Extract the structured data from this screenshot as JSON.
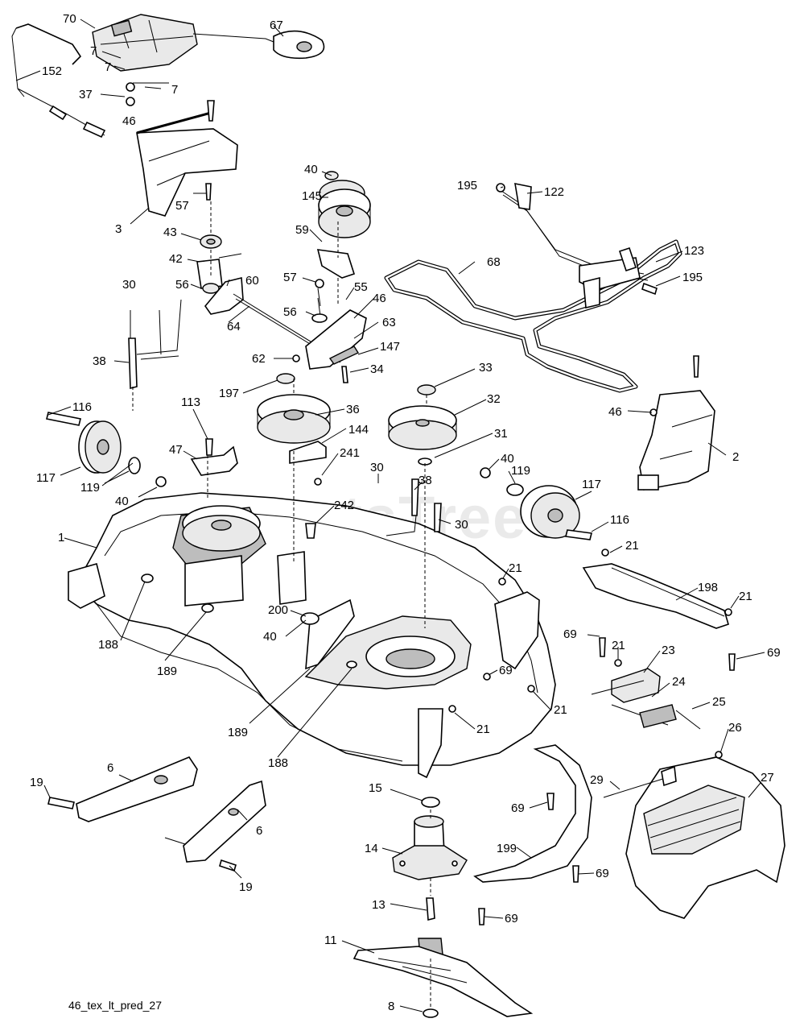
{
  "watermark": "PartsTree",
  "drawing_code": "46_tex_lt_pred_27",
  "labels": [
    "70",
    "67",
    "7",
    "7",
    "7",
    "152",
    "37",
    "46",
    "3",
    "40",
    "145",
    "195",
    "122",
    "57",
    "43",
    "59",
    "68",
    "123",
    "195",
    "42",
    "60",
    "56",
    "57",
    "55",
    "30",
    "56",
    "46",
    "64",
    "63",
    "62",
    "147",
    "38",
    "34",
    "197",
    "33",
    "32",
    "36",
    "116",
    "113",
    "144",
    "31",
    "46",
    "2",
    "47",
    "241",
    "117",
    "119",
    "40",
    "30",
    "40",
    "38",
    "119",
    "117",
    "242",
    "30",
    "1",
    "116",
    "21",
    "21",
    "198",
    "21",
    "200",
    "69",
    "40",
    "21",
    "188",
    "23",
    "69",
    "69",
    "189",
    "24",
    "25",
    "21",
    "189",
    "21",
    "188",
    "26",
    "6",
    "29",
    "27",
    "19",
    "15",
    "69",
    "6",
    "14",
    "199",
    "69",
    "19",
    "13",
    "69",
    "11",
    "8"
  ]
}
